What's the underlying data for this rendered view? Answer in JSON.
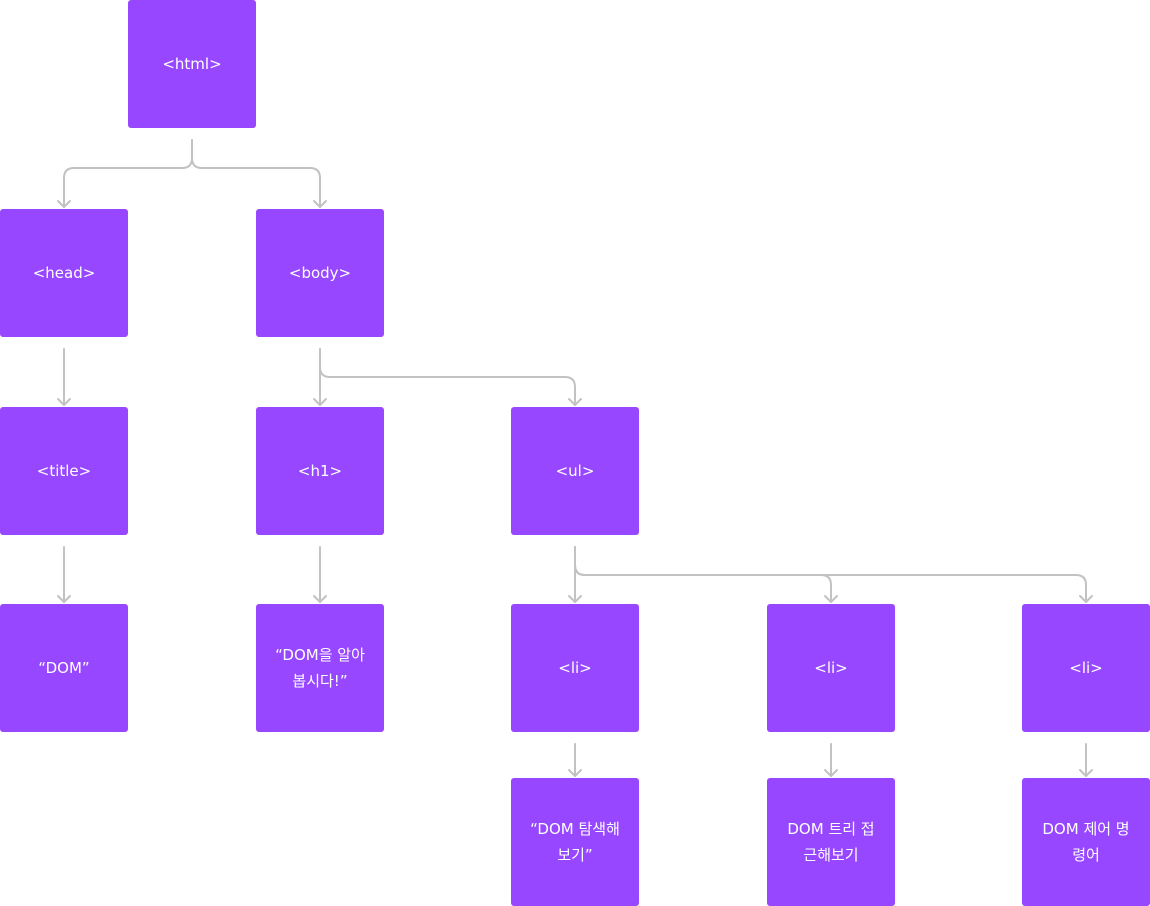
{
  "tree": {
    "nodes": [
      {
        "id": "html",
        "label": "<html>"
      },
      {
        "id": "head",
        "label": "<head>"
      },
      {
        "id": "body",
        "label": "<body>"
      },
      {
        "id": "title",
        "label": "<title>"
      },
      {
        "id": "h1",
        "label": "<h1>"
      },
      {
        "id": "ul",
        "label": "<ul>"
      },
      {
        "id": "text-dom",
        "label": "“DOM”"
      },
      {
        "id": "text-h1",
        "label": "“DOM을 알아\n봅시다!”"
      },
      {
        "id": "li1",
        "label": "<li>"
      },
      {
        "id": "li2",
        "label": "<li>"
      },
      {
        "id": "li3",
        "label": "<li>"
      },
      {
        "id": "text-li1",
        "label": "“DOM 탐색해\n보기”"
      },
      {
        "id": "text-li2",
        "label": "DOM 트리 접\n근해보기"
      },
      {
        "id": "text-li3",
        "label": "DOM 제어 명\n령어"
      }
    ],
    "edges": [
      {
        "from": "html",
        "to": [
          "head",
          "body"
        ]
      },
      {
        "from": "head",
        "to": [
          "title"
        ]
      },
      {
        "from": "title",
        "to": [
          "text-dom"
        ]
      },
      {
        "from": "body",
        "to": [
          "h1",
          "ul"
        ]
      },
      {
        "from": "h1",
        "to": [
          "text-h1"
        ]
      },
      {
        "from": "ul",
        "to": [
          "li1",
          "li2",
          "li3"
        ]
      },
      {
        "from": "li1",
        "to": [
          "text-li1"
        ]
      },
      {
        "from": "li2",
        "to": [
          "text-li2"
        ]
      },
      {
        "from": "li3",
        "to": [
          "text-li3"
        ]
      }
    ]
  },
  "colors": {
    "node_fill": "#9747ff",
    "node_text": "#ffffff",
    "edge": "#c2c2c2",
    "background": "#ffffff"
  }
}
